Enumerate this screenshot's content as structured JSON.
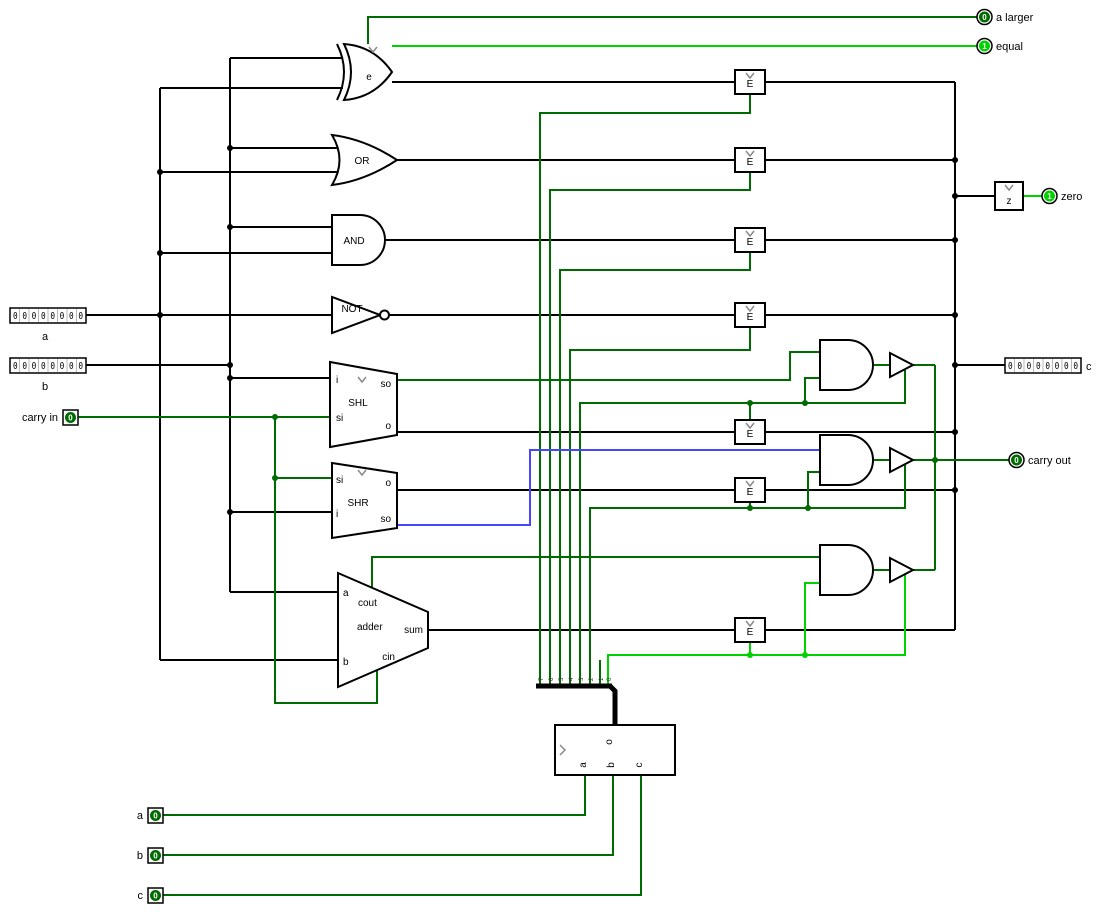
{
  "colors": {
    "bus_wire": "#000000",
    "logic_low_wire": "#006b00",
    "logic_high_wire": "#00d200",
    "floating_wire": "#4646ff"
  },
  "inputs": {
    "a": {
      "label": "a",
      "bits": "0 0 0 0 0 0 0 0"
    },
    "b": {
      "label": "b",
      "bits": "0 0 0 0 0 0 0 0"
    },
    "carry_in": {
      "label": "carry in",
      "value": "0"
    },
    "op_a": {
      "label": "a",
      "value": "0"
    },
    "op_b": {
      "label": "b",
      "value": "0"
    },
    "op_c": {
      "label": "c",
      "value": "0"
    }
  },
  "outputs": {
    "a_larger": {
      "label": "a larger",
      "value": "0"
    },
    "equal": {
      "label": "equal",
      "value": "1"
    },
    "zero": {
      "label": "zero",
      "value": "1"
    },
    "carry_out": {
      "label": "carry out",
      "value": "0"
    },
    "c": {
      "label": "c",
      "bits": "0 0 0 0 0 0 0 0"
    }
  },
  "gates": {
    "comparator": {
      "label": "e"
    },
    "or_gate": {
      "label": "OR"
    },
    "and_gate": {
      "label": "AND"
    },
    "not_gate": {
      "label": "NOT"
    },
    "shl": {
      "label": "SHL",
      "pin_i": "i",
      "pin_si": "si",
      "pin_so": "so",
      "pin_o": "o"
    },
    "shr": {
      "label": "SHR",
      "pin_si": "si",
      "pin_i": "i",
      "pin_o": "o",
      "pin_so": "so"
    },
    "adder": {
      "label": "adder",
      "pin_a": "a",
      "pin_b": "b",
      "pin_cin": "cin",
      "pin_cout": "cout",
      "pin_sum": "sum"
    },
    "enable_buffer": {
      "label": "E"
    },
    "zero_detector": {
      "label": "z"
    },
    "decoder": {
      "pin_a": "a",
      "pin_b": "b",
      "pin_c": "c",
      "pin_o": "o"
    }
  },
  "splitter": {
    "bits": [
      "7",
      "6",
      "5",
      "4",
      "3",
      "2",
      "1",
      "0"
    ]
  }
}
